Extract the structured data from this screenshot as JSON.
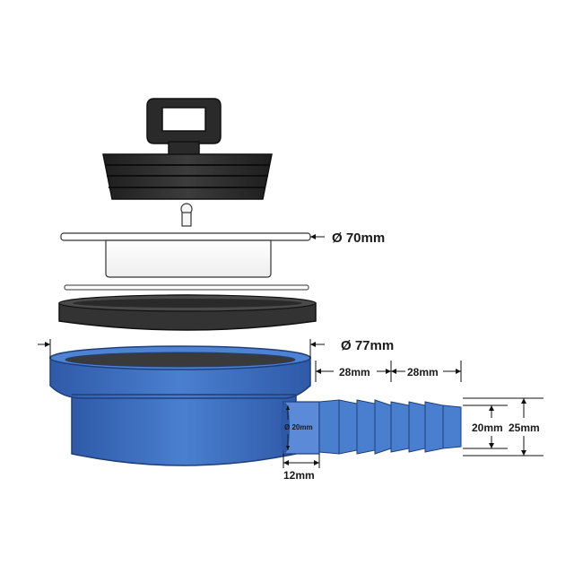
{
  "labels": {
    "lid_diameter": "Ø 70mm",
    "base_diameter": "Ø 77mm",
    "spigot_segment_1": "28mm",
    "spigot_segment_2": "28mm",
    "spigot_inner_diameter": "20mm",
    "spigot_outer_diameter": "25mm",
    "outlet_bore": "Ø 20mm",
    "outlet_wall": "12mm"
  },
  "colors": {
    "stopper": "#2b2b2b",
    "seal_ring": "#3a3a3a",
    "base_blue": "#3f6fc3",
    "base_blue_dark": "#2e56a0",
    "lid": "#fafafa",
    "outline": "#1a1a1a"
  }
}
